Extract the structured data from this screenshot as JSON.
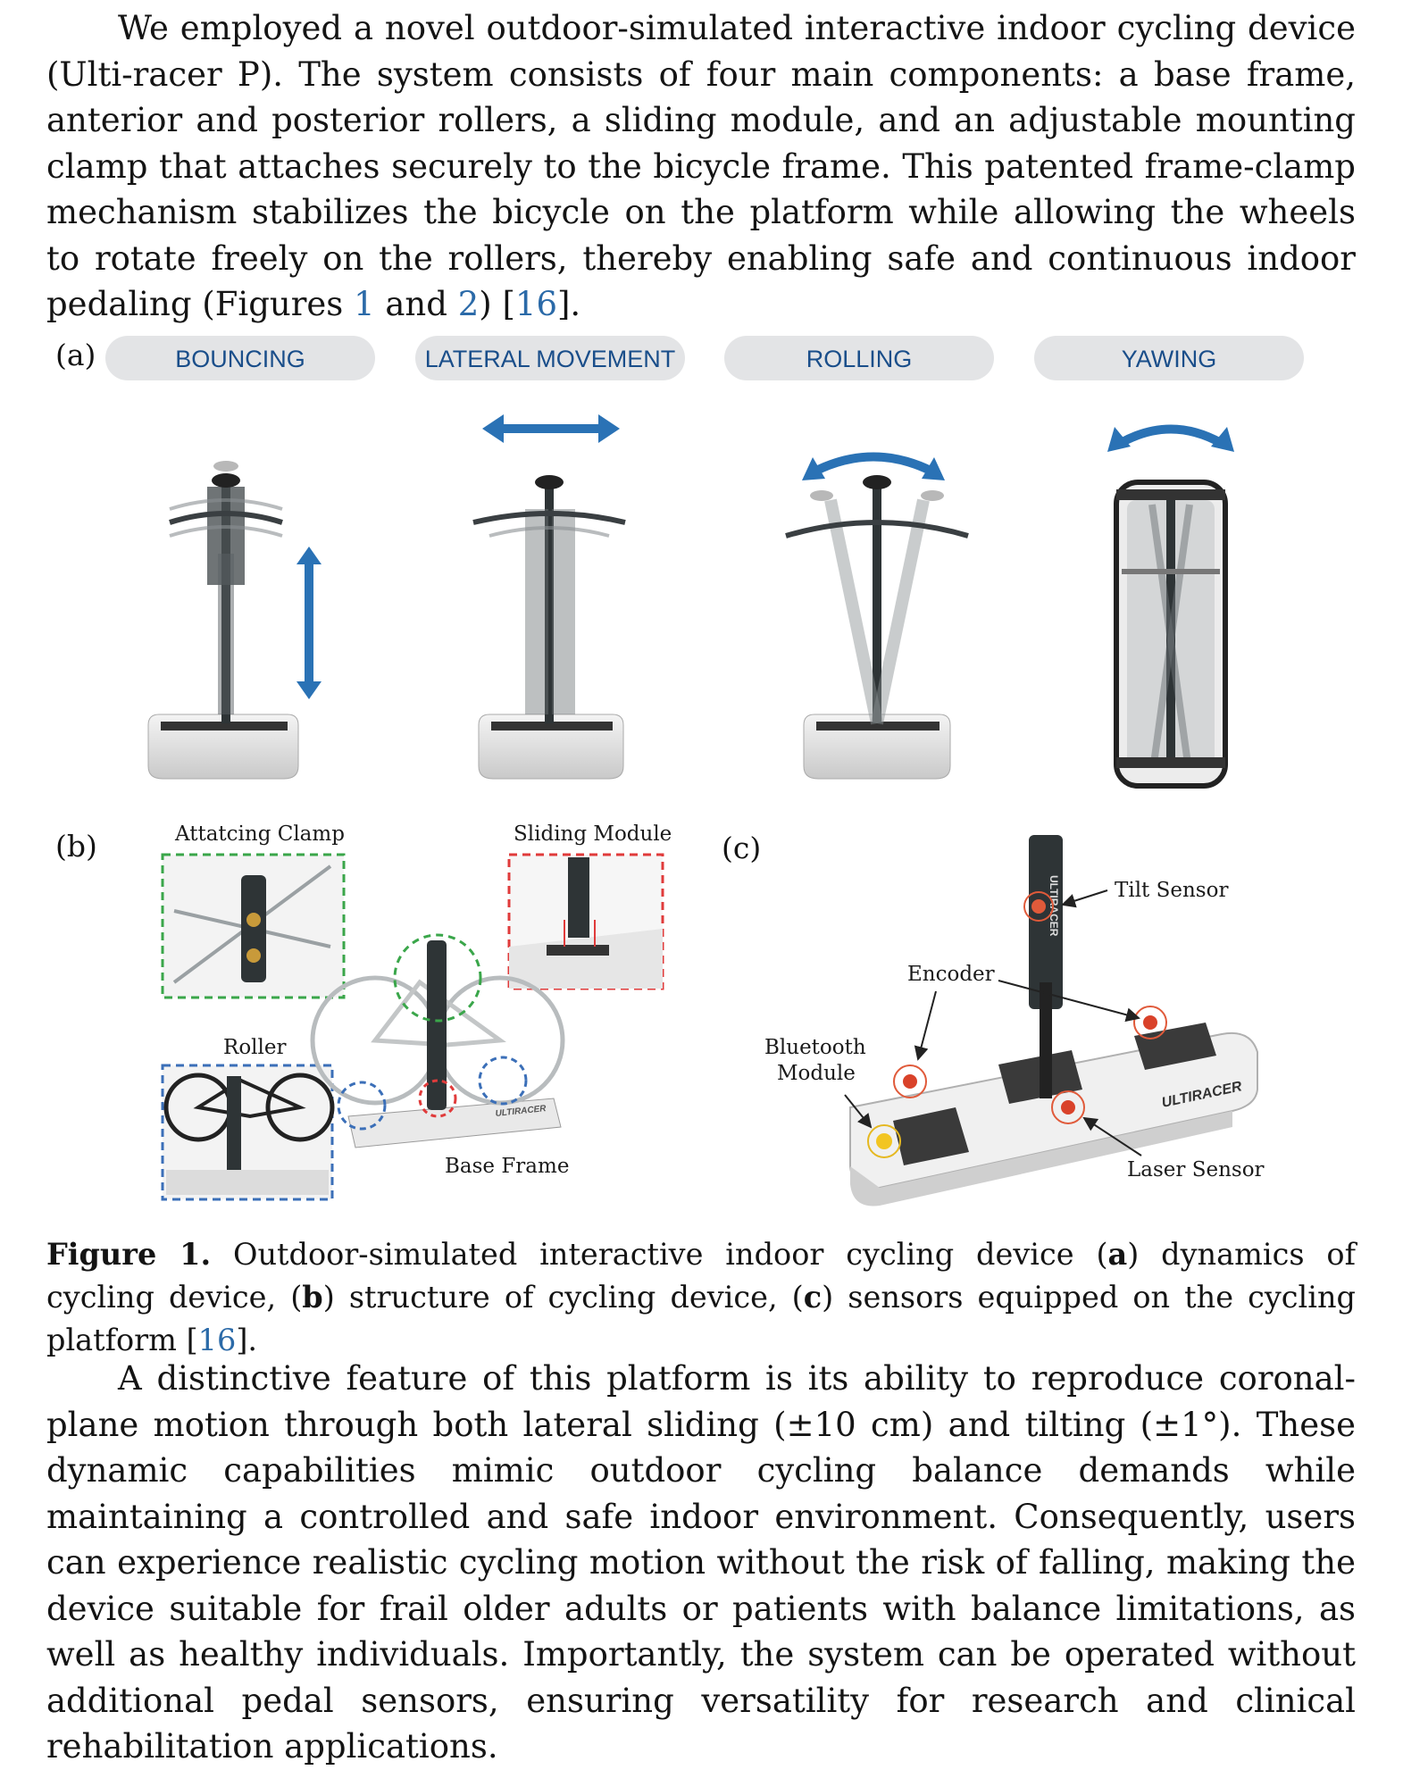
{
  "paragraph1": {
    "before": "We employed a novel outdoor-simulated interactive indoor cycling device (Ulti-racer P). The system consists of four main components: a base frame, anterior and posterior rollers, a sliding module, and an adjustable mounting clamp that attaches securely to the bicycle frame. This patented frame-clamp mechanism stabilizes the bicycle on the platform while allowing the wheels to rotate freely on the rollers, thereby enabling safe and continuous indoor pedaling (Figures ",
    "ref_fig1": "1",
    "and": " and ",
    "ref_fig2": "2",
    "mid": ") [",
    "ref_16": "16",
    "after": "]."
  },
  "figure": {
    "panel_a_label": "(a)",
    "panel_b_label": "(b)",
    "panel_c_label": "(c)",
    "motions": [
      "BOUNCING",
      "LATERAL MOVEMENT",
      "ROLLING",
      "YAWING"
    ],
    "panel_b_callouts": {
      "clamp": "Attatcing Clamp",
      "sliding": "Sliding Module",
      "roller": "Roller",
      "base": "Base Frame",
      "brand": "ULTIRACER"
    },
    "panel_c_callouts": {
      "tilt": "Tilt Sensor",
      "encoder": "Encoder",
      "bluetooth_line1": "Bluetooth",
      "bluetooth_line2": "Module",
      "laser": "Laser Sensor",
      "brand": "ULTIRACER"
    },
    "colors": {
      "accent_blue": "#2a72b5",
      "pill_gray": "#e3e4e6",
      "clamp_box": "#3aa64a",
      "sliding_box": "#e03b3b",
      "roller_box": "#3b6fb8"
    }
  },
  "caption": {
    "label": "Figure 1.",
    "t1": " Outdoor-simulated interactive indoor cycling device (",
    "a": "a",
    "t2": ") dynamics of cycling device, (",
    "b": "b",
    "t3": ") structure of cycling device, (",
    "c": "c",
    "t4": ") sensors equipped on the cycling platform [",
    "ref": "16",
    "t5": "]."
  },
  "paragraph2": "A distinctive feature of this platform is its ability to reproduce coronal-plane motion through both lateral sliding (±10 cm) and tilting (±1°). These dynamic capabilities mimic outdoor cycling balance demands while maintaining a controlled and safe indoor environment. Consequently, users can experience realistic cycling motion without the risk of falling, making the device suitable for frail older adults or patients with balance limitations, as well as healthy individuals. Importantly, the system can be operated without additional pedal sensors, ensuring versatility for research and clinical rehabilitation applications."
}
